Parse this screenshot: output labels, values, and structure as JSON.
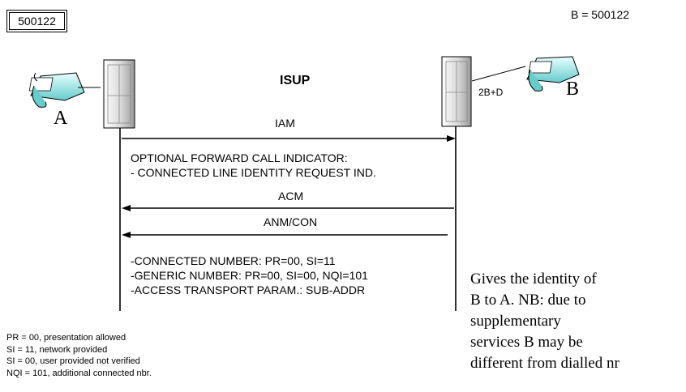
{
  "header": {
    "number_box": "500122",
    "b_equals": "B = 500122"
  },
  "diagram": {
    "protocol": "ISUP",
    "party_a": "A",
    "party_b": "B",
    "access_b": "2B+D",
    "messages": {
      "iam": "IAM",
      "acm": "ACM",
      "anm": "ANM/CON"
    },
    "iam_params": [
      "OPTIONAL FORWARD CALL INDICATOR:",
      "- CONNECTED LINE IDENTITY REQUEST IND."
    ],
    "anm_params": [
      "-CONNECTED NUMBER: PR=00, SI=11",
      "-GENERIC NUMBER: PR=00, SI=00, NQI=101",
      "-ACCESS TRANSPORT PARAM.: SUB-ADDR"
    ]
  },
  "legend": [
    "PR = 00, presentation allowed",
    "SI = 11, network provided",
    "SI = 00, user provided not verified",
    "NQI = 101, additional connected nbr."
  ],
  "note": [
    "Gives the identity of",
    "B to A. NB: due to",
    "supplementary",
    "services B may be",
    "different from dialled nr"
  ]
}
